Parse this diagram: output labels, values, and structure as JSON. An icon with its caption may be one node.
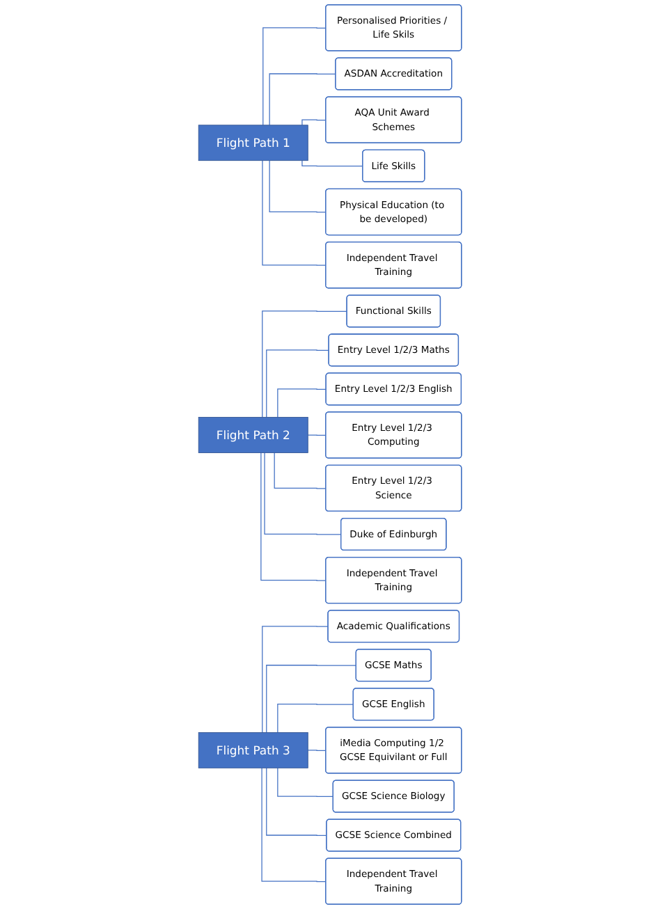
{
  "diagram": {
    "nodes": [
      {
        "text": [
          "Flight Path 1"
        ]
      },
      {
        "text": [
          "Personalised Priorities / Life Skils"
        ]
      },
      {
        "text": [
          "ASDAN Accreditation"
        ]
      },
      {
        "text": [
          "AQA Unit Award Schemes"
        ]
      },
      {
        "text": [
          "Life Skills"
        ]
      },
      {
        "text": [
          "Physical Education (to be developed)"
        ]
      },
      {
        "text": [
          "Independent Travel Training"
        ]
      },
      {
        "text": [
          "Flight Path 2"
        ]
      },
      {
        "text": [
          "Functional Skills"
        ]
      },
      {
        "text": [
          "Entry Level 1/2/3 Maths"
        ]
      },
      {
        "text": [
          "Entry Level 1/2/3 English"
        ]
      },
      {
        "text": [
          "Entry Level 1/2/3 Computing"
        ]
      },
      {
        "text": [
          "Entry Level 1/2/3 Science"
        ]
      },
      {
        "text": [
          "Duke of Edinburgh"
        ]
      },
      {
        "text": [
          "Independent Travel Training"
        ]
      },
      {
        "text": [
          "Flight Path 3"
        ]
      },
      {
        "text": [
          "Academic Qualifications"
        ]
      },
      {
        "text": [
          "GCSE Maths"
        ]
      },
      {
        "text": [
          "GCSE English"
        ]
      },
      {
        "text": [
          "iMedia Computing 1/2 GCSE Equivilant or Full"
        ]
      },
      {
        "text": [
          "GCSE Science Biology"
        ]
      },
      {
        "text": [
          "GCSE Science Combined"
        ]
      },
      {
        "text": [
          "Independent Travel Training"
        ]
      }
    ],
    "edges": [
      {
        "from": 0,
        "to": 1,
        "arrow": "none"
      },
      {
        "from": 0,
        "to": 2,
        "arrow": "none"
      },
      {
        "from": 0,
        "to": 3,
        "arrow": "none"
      },
      {
        "from": 0,
        "to": 4,
        "arrow": "none"
      },
      {
        "from": 0,
        "to": 5,
        "arrow": "none"
      },
      {
        "from": 0,
        "to": 6,
        "arrow": "none"
      },
      {
        "from": 7,
        "to": 8,
        "arrow": "none"
      },
      {
        "from": 7,
        "to": 9,
        "arrow": "none"
      },
      {
        "from": 7,
        "to": 10,
        "arrow": "none"
      },
      {
        "from": 7,
        "to": 11,
        "arrow": "none"
      },
      {
        "from": 7,
        "to": 12,
        "arrow": "none"
      },
      {
        "from": 7,
        "to": 13,
        "arrow": "none"
      },
      {
        "from": 7,
        "to": 14,
        "arrow": "none"
      },
      {
        "from": 15,
        "to": 16,
        "arrow": "none"
      },
      {
        "from": 15,
        "to": 17,
        "arrow": "none"
      },
      {
        "from": 15,
        "to": 18,
        "arrow": "none"
      },
      {
        "from": 15,
        "to": 19,
        "arrow": "none"
      },
      {
        "from": 15,
        "to": 20,
        "arrow": "none"
      },
      {
        "from": 15,
        "to": 21,
        "arrow": "none"
      },
      {
        "from": 15,
        "to": 22,
        "arrow": "none"
      }
    ]
  }
}
